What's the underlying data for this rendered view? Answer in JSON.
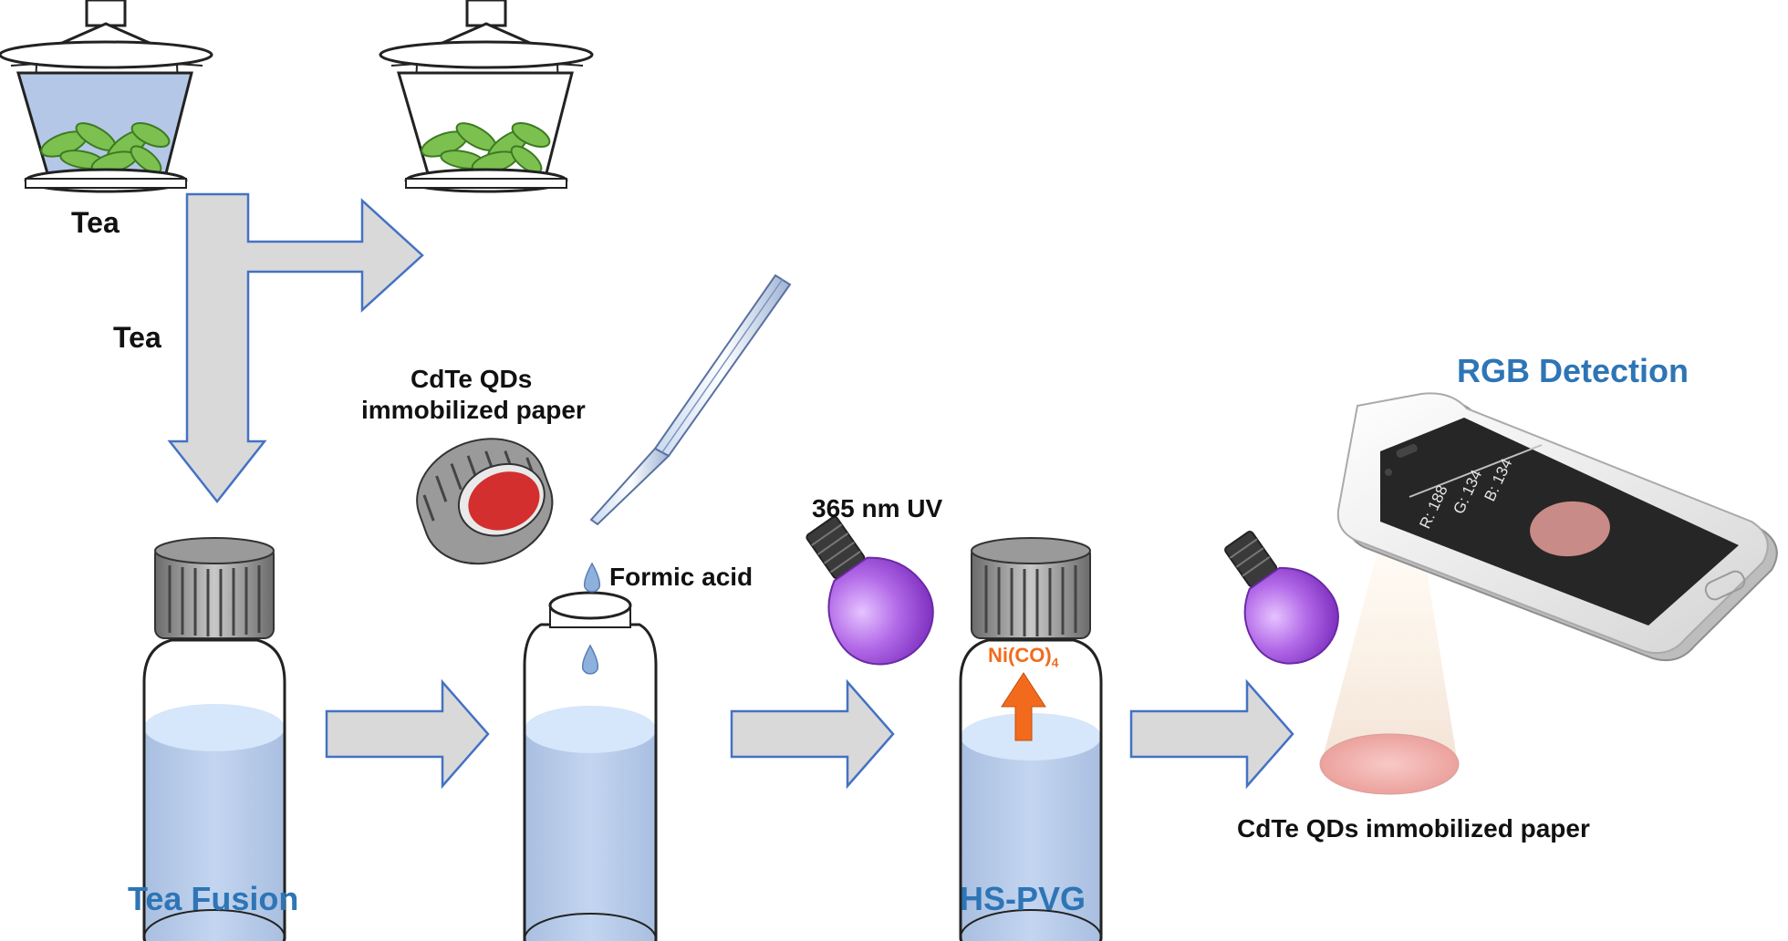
{
  "labels": {
    "tea_top": "Tea",
    "tea_side": "Tea",
    "cdte_top_line1": "CdTe QDs",
    "cdte_top_line2": "immobilized paper",
    "formic_acid": "Formic acid",
    "uv": "365 nm UV",
    "nico4_main": "Ni(CO)",
    "nico4_sub": "4",
    "rgb_detection": "RGB Detection",
    "cdte_bottom": "CdTe QDs immobilized paper",
    "tea_fusion": "Tea Fusion",
    "hs_pvg": "HS-PVG"
  },
  "phone_readout": {
    "r": "R: 188",
    "g": "G: 134",
    "b": "B: 134"
  },
  "colors": {
    "arrow_fill": "#d9d9d9",
    "arrow_stroke": "#4472c4",
    "liquid": "#b4c7e7",
    "liquid_top": "#d6e6fb",
    "leaf": "#70ad47",
    "cap_red": "#d32f2f",
    "uv_bulb": "#9b59d0",
    "orange_arrow": "#f26b1d",
    "blue_text": "#2e75b6",
    "spot": "#c98b87",
    "paper_glow": "#f4b8b4"
  },
  "icons": [
    "teacup-with-liquid-icon",
    "teacup-empty-icon",
    "pipette-icon",
    "vial-cap-icon",
    "vial-icon",
    "uv-lamp-icon",
    "smartphone-icon"
  ]
}
